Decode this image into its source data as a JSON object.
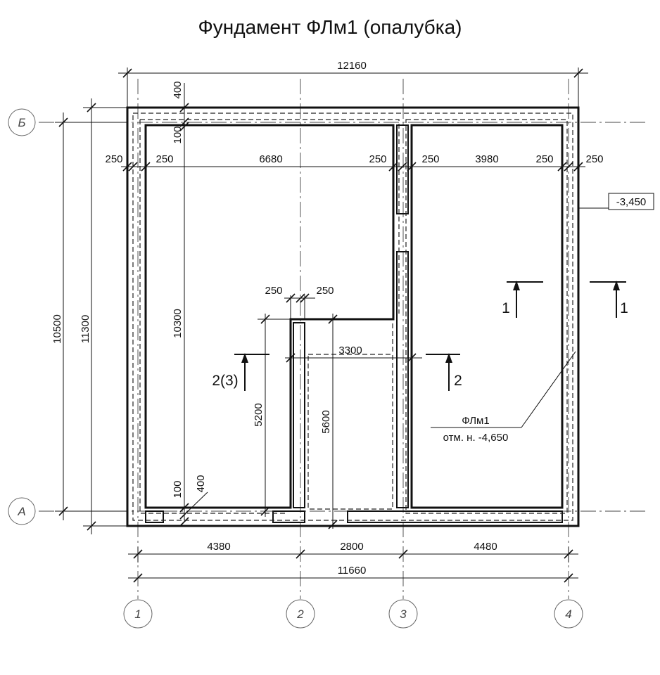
{
  "title": "Фундамент ФЛм1 (опалубка)",
  "dimensions": {
    "top_overall": "12160",
    "top_row": [
      "250",
      "250",
      "6680",
      "250",
      "250",
      "3980",
      "250",
      "250"
    ],
    "upper_left_vertical_400": "400",
    "upper_left_vertical_100": "100",
    "interior_250_a": "250",
    "interior_250_b": "250",
    "interior_3300": "3300",
    "left_outer_10500": "10500",
    "left_outer_11300": "11300",
    "interior_10300": "10300",
    "interior_5200": "5200",
    "interior_5600": "5600",
    "lower_left_100": "100",
    "lower_left_400": "400",
    "bottom_row": [
      "4380",
      "2800",
      "4480"
    ],
    "bottom_overall": "11660"
  },
  "axes": {
    "letters": [
      "Б",
      "А"
    ],
    "numbers": [
      "1",
      "2",
      "3",
      "4"
    ]
  },
  "sections": {
    "s1_left": "1",
    "s1_right": "1",
    "s2": "2",
    "s23": "2(3)"
  },
  "callouts": {
    "level_box": "-3,450",
    "flm_mark": "ФЛм1",
    "flm_level": "отм. н. -4,650"
  }
}
